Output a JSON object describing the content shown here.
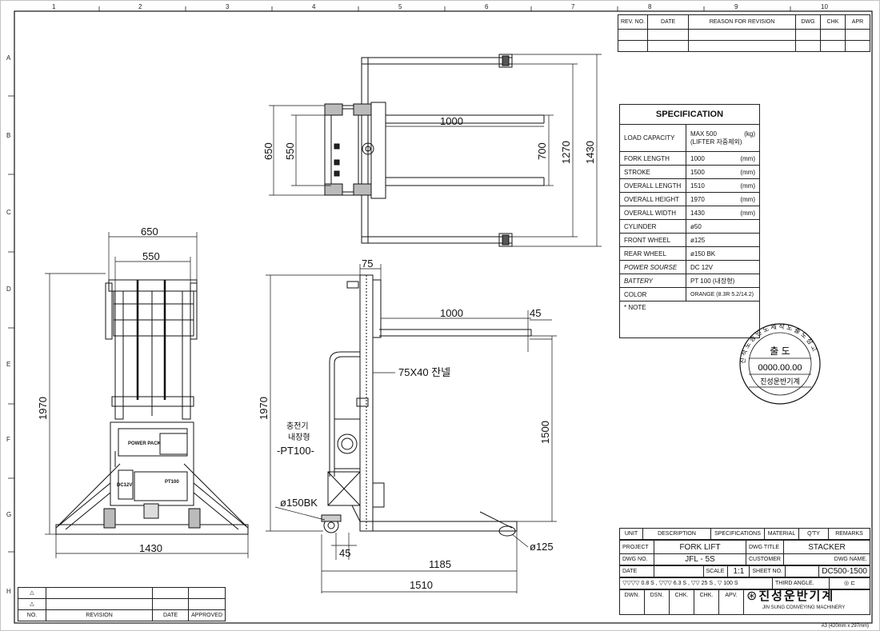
{
  "grid": {
    "cols": [
      "1",
      "2",
      "3",
      "4",
      "5",
      "6",
      "7",
      "8",
      "9",
      "10"
    ],
    "rows": [
      "A",
      "B",
      "C",
      "D",
      "E",
      "F",
      "G",
      "H"
    ]
  },
  "revision_table": {
    "headers": [
      "REV. NO.",
      "DATE",
      "REASON FOR REVISION",
      "DWG",
      "CHK",
      "APR"
    ]
  },
  "revision_block": {
    "headers": [
      "NO.",
      "REVISION",
      "DATE",
      "APPROVED"
    ]
  },
  "spec": {
    "title": "SPECIFICATION",
    "rows": [
      {
        "label": "LOAD CAPACITY",
        "value": "MAX 500",
        "unit": "(kg)",
        "note": "(LIFTER 자중제외)"
      },
      {
        "label": "FORK LENGTH",
        "value": "1000",
        "unit": "(mm)"
      },
      {
        "label": "STROKE",
        "value": "1500",
        "unit": "(mm)"
      },
      {
        "label": "OVERALL LENGTH",
        "value": "1510",
        "unit": "(mm)"
      },
      {
        "label": "OVERALL HEIGHT",
        "value": "1970",
        "unit": "(mm)"
      },
      {
        "label": "OVERALL WIDTH",
        "value": "1430",
        "unit": "(mm)"
      },
      {
        "label": "CYLINDER",
        "value": "ø50",
        "unit": ""
      },
      {
        "label": "FRONT WHEEL",
        "value": "ø125",
        "unit": ""
      },
      {
        "label": "REAR WHEEL",
        "value": "ø150 BK",
        "unit": ""
      },
      {
        "label": "POWER SOURSE",
        "value": "DC 12V",
        "unit": ""
      },
      {
        "label": "BATTERY",
        "value": "PT 100 (내장형)",
        "unit": ""
      },
      {
        "label": "COLOR",
        "value": "ORANGE (8.3R 5.2/14.2)",
        "unit": ""
      }
    ],
    "note": "* NOTE"
  },
  "stamp": {
    "center": "출 도",
    "date": "0000.00.00",
    "company": "진성운반기계",
    "ring": "진 적 도 승 인 도 제 작 도 출 도 참 고"
  },
  "title_block": {
    "header": [
      "UNIT",
      "DESCRIPTION",
      "SPECIFICATIONS",
      "MATERIAL",
      "Q'TY",
      "REMARKS"
    ],
    "project_label": "PROJECT",
    "project": "FORK LIFT",
    "dwg_title_label": "DWG TITLE",
    "dwg_title": "STACKER",
    "dwg_no_label": "DWG NO.",
    "dwg_no": "JFL - 5S",
    "customer_label": "CUSTOMER",
    "dwg_name_label": "DWG NAME.",
    "dwg_name": "DC500-1500",
    "date_label": "DATE",
    "scale_label": "SCALE",
    "scale": "1:1",
    "sheet_label": "SHEET NO.",
    "third_angle": "THIRD ANGLE.",
    "finish": "▽▽▽▽ 0.8 S ,   ▽▽▽ 6.3 S ,   ▽▽ 25 S ,   ▽ 100 S",
    "sign": [
      "DWN.",
      "DSN.",
      "CHK.",
      "CHK.",
      "APV."
    ],
    "company_kr": "진성운반기계",
    "company_en": "JIN SUNG CONVEYING MACHINERY",
    "paper": "A3 (420mm x 297mm)"
  },
  "dims": {
    "top_1000": "1000",
    "top_650": "650",
    "top_550": "550",
    "top_700": "700",
    "top_1270": "1270",
    "top_1430": "1430",
    "front_650": "650",
    "front_550": "550",
    "front_1970": "1970",
    "front_1430": "1430",
    "front_power_pack": "POWER PACK",
    "front_dc12v": "DC12V",
    "front_pt100": "PT100",
    "side_75": "75",
    "side_1000": "1000",
    "side_45_top": "45",
    "side_channel": "75X40  잔넬",
    "side_1970": "1970",
    "side_1500": "1500",
    "side_charger1": "충전기",
    "side_charger2": "내장형",
    "side_pt100": "-PT100-",
    "side_rear_wheel": "ø150BK",
    "side_45_bottom": "45",
    "side_1185": "1185",
    "side_1510": "1510",
    "side_front_wheel": "ø125"
  }
}
